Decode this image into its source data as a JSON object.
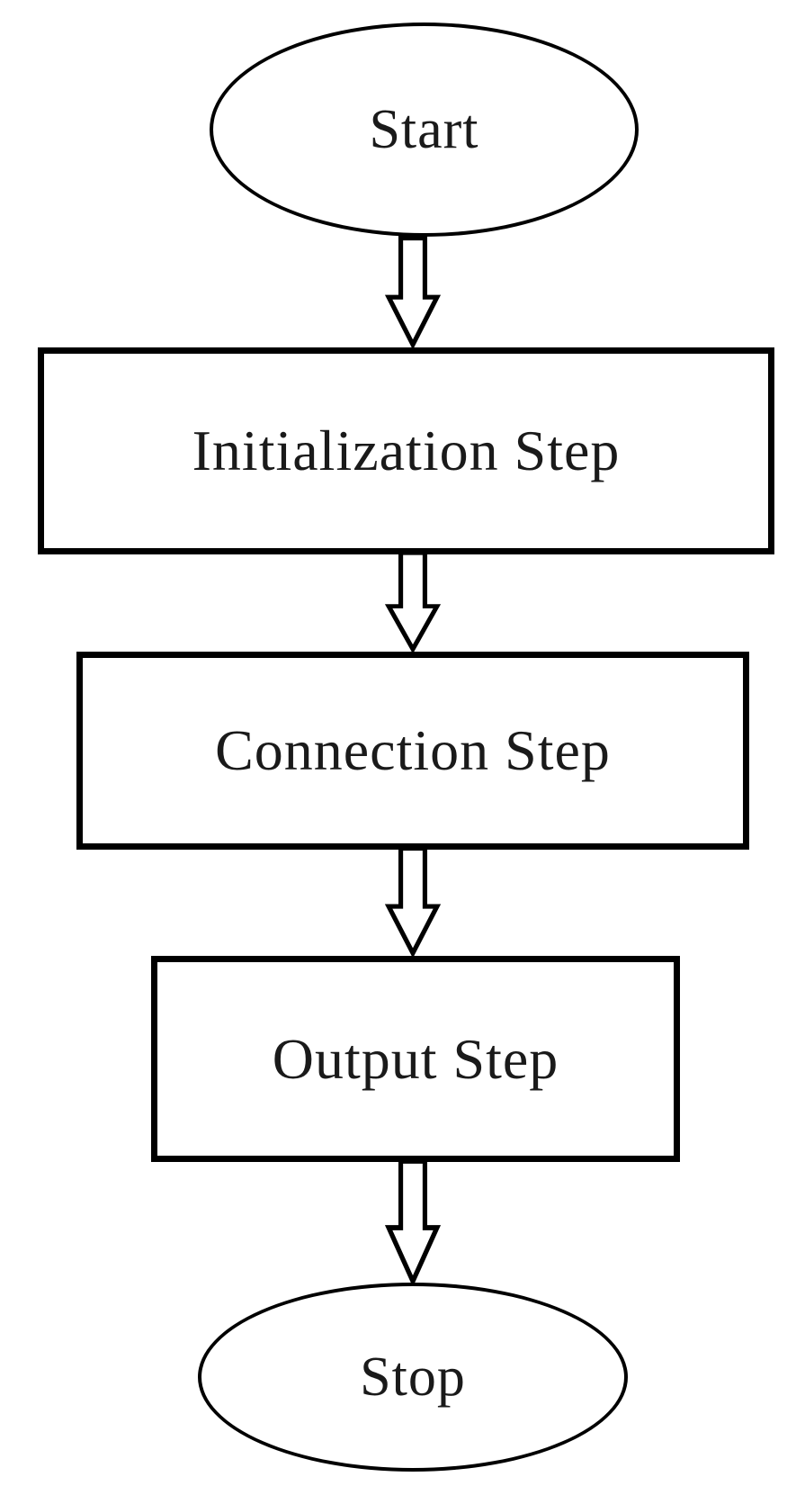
{
  "diagram": {
    "type": "flowchart",
    "direction": "top-to-bottom",
    "colors": {
      "stroke": "#000000",
      "node_fill": "#ffffff",
      "text": "#1a1a1a",
      "background": "#ffffff"
    },
    "nodes": [
      {
        "id": "start",
        "shape": "terminator-ellipse",
        "label": "Start"
      },
      {
        "id": "initialization",
        "shape": "process-rectangle",
        "label": "Initialization Step"
      },
      {
        "id": "connection",
        "shape": "process-rectangle",
        "label": "Connection Step"
      },
      {
        "id": "output",
        "shape": "process-rectangle",
        "label": "Output Step"
      },
      {
        "id": "stop",
        "shape": "terminator-ellipse",
        "label": "Stop"
      }
    ],
    "edges": [
      {
        "from": "start",
        "to": "initialization",
        "style": "hollow-block-arrow-down"
      },
      {
        "from": "initialization",
        "to": "connection",
        "style": "hollow-block-arrow-down"
      },
      {
        "from": "connection",
        "to": "output",
        "style": "hollow-block-arrow-down"
      },
      {
        "from": "output",
        "to": "stop",
        "style": "hollow-block-arrow-down"
      }
    ]
  }
}
